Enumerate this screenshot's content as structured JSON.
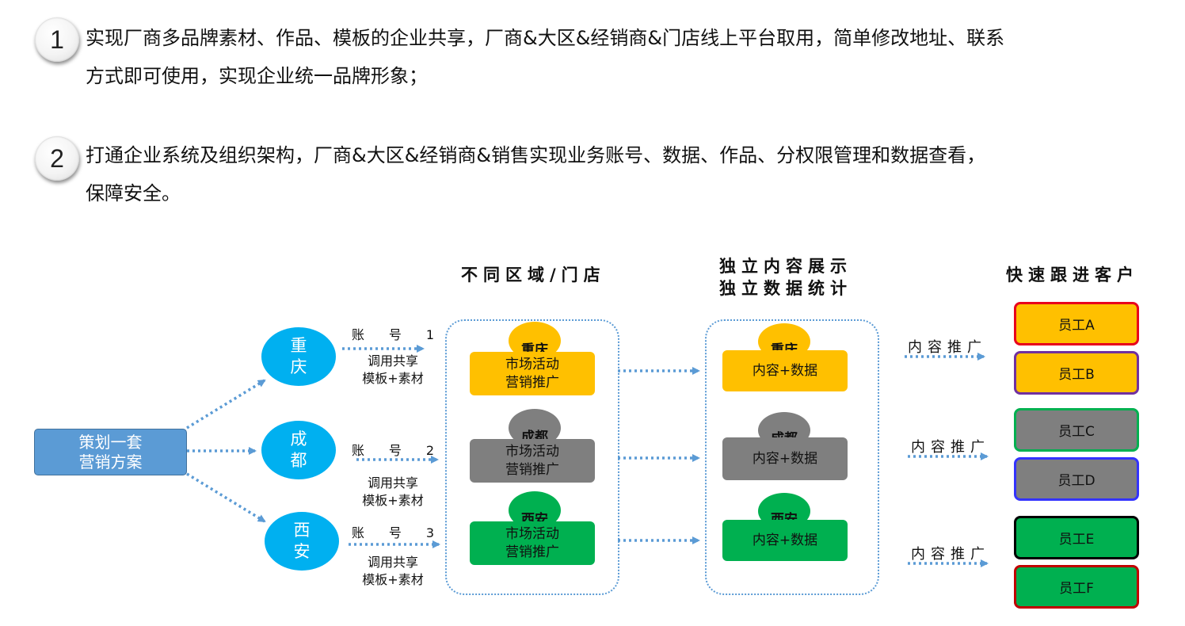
{
  "points": [
    {
      "num": "1",
      "line1": "实现厂商多品牌素材、作品、模板的企业共享，厂商&大区&经销商&门店线上平台取用，简单修改地址、联系",
      "line2": "方式即可使用，实现企业统一品牌形象；"
    },
    {
      "num": "2",
      "line1": "打通企业系统及组织架构，厂商&大区&经销商&销售实现业务账号、数据、作品、分权限管理和数据查看，",
      "line2": "保障安全。"
    }
  ],
  "columns": {
    "regions_title": "不同区域/门店",
    "display_title_1": "独立内容展示",
    "display_title_2": "独立数据统计",
    "follow_title": "快速跟进客户"
  },
  "plan": {
    "line1": "策划一套",
    "line2": "营销方案"
  },
  "cities": [
    {
      "char1": "重",
      "char2": "庆",
      "account_label": "账",
      "account_mid": "号",
      "account_num": "1",
      "sub1": "调用共享",
      "sub2": "模板+素材",
      "name": "重庆",
      "store_line1": "市场活动",
      "store_line2": "营销推广",
      "display_line": "内容+数据",
      "color": "#ffc000"
    },
    {
      "char1": "成",
      "char2": "都",
      "account_label": "账",
      "account_mid": "号",
      "account_num": "2",
      "sub1": "调用共享",
      "sub2": "模板+素材",
      "name": "成都",
      "store_line1": "市场活动",
      "store_line2": "营销推广",
      "display_line": "内容+数据",
      "color": "#7f7f7f"
    },
    {
      "char1": "西",
      "char2": "安",
      "account_label": "账",
      "account_mid": "号",
      "account_num": "3",
      "sub1": "调用共享",
      "sub2": "模板+素材",
      "name": "西安",
      "store_line1": "市场活动",
      "store_line2": "营销推广",
      "display_line": "内容+数据",
      "color": "#00b050"
    }
  ],
  "promotion_label": "内容推广",
  "staff": [
    {
      "label": "员工A",
      "fill": "#ffc000",
      "border": "#e8001c"
    },
    {
      "label": "员工B",
      "fill": "#ffc000",
      "border": "#7030a0"
    },
    {
      "label": "员工C",
      "fill": "#7f7f7f",
      "border": "#00b050"
    },
    {
      "label": "员工D",
      "fill": "#7f7f7f",
      "border": "#3333ff"
    },
    {
      "label": "员工E",
      "fill": "#00b050",
      "border": "#000000"
    },
    {
      "label": "员工F",
      "fill": "#00b050",
      "border": "#c00000"
    }
  ],
  "accent_color": "#5b9bd5"
}
